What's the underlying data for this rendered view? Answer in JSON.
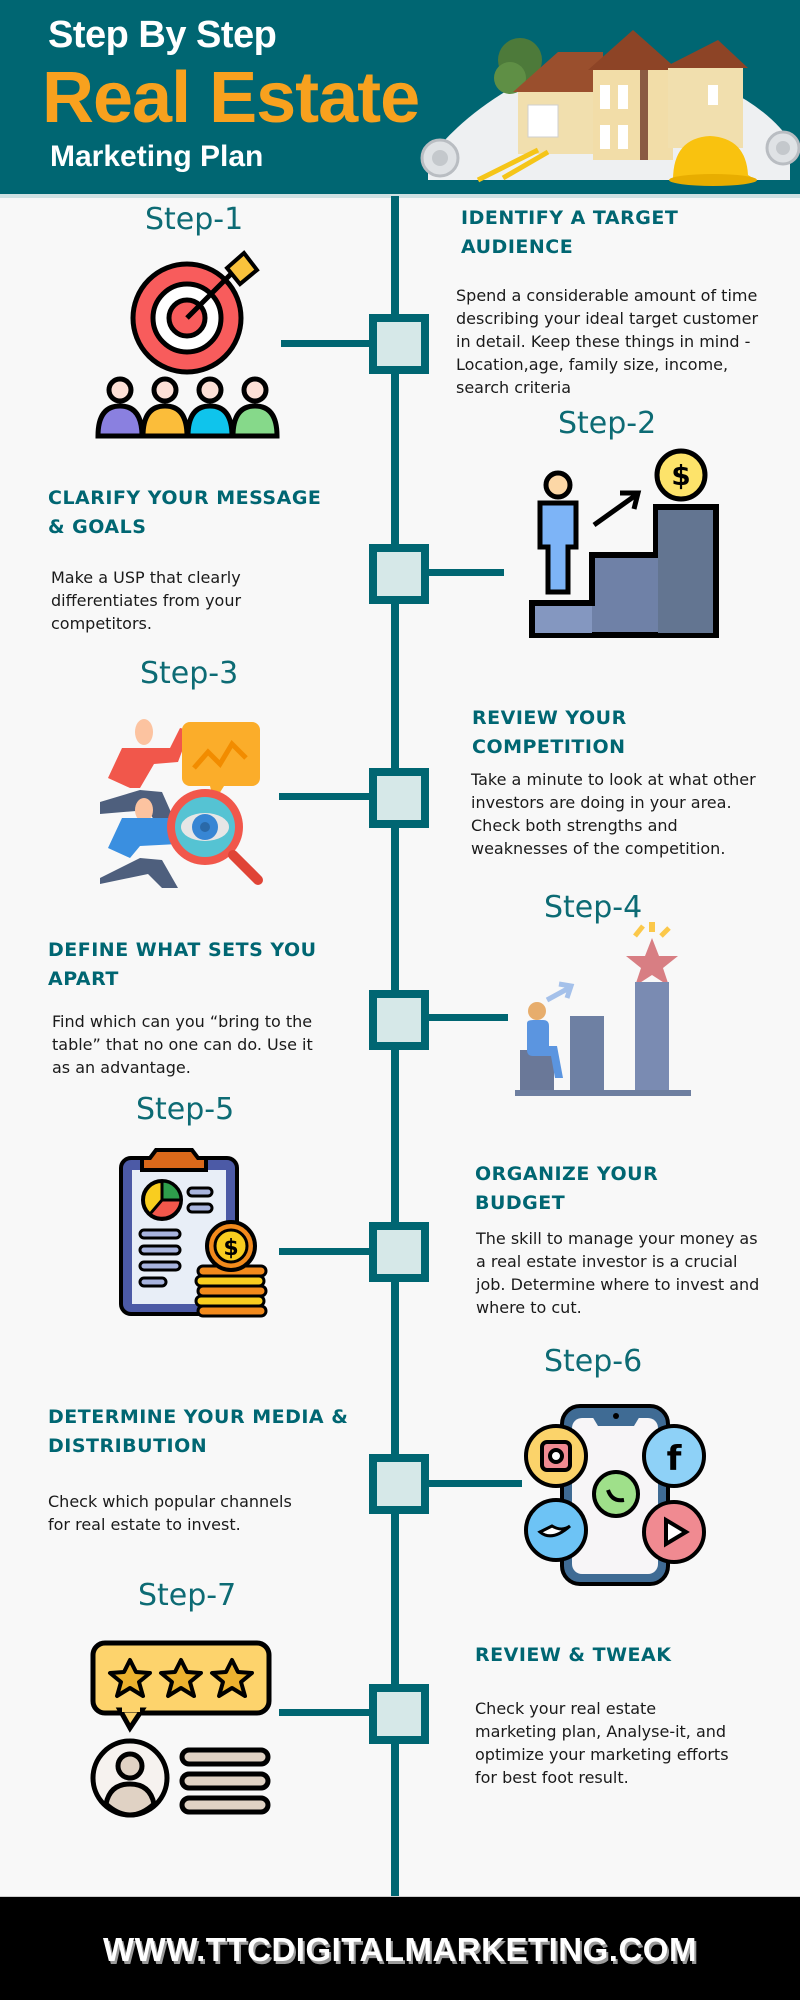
{
  "header": {
    "line1": "Step By Step",
    "line2": "Real Estate",
    "line3": "Marketing Plan",
    "illustration": "house-blueprint-illustration",
    "colors": {
      "background": "#006672",
      "accent": "#f8a11e",
      "text": "#ffffff"
    }
  },
  "timeline": {
    "colors": {
      "line": "#006672",
      "node_fill": "#d6e8e8"
    }
  },
  "steps": [
    {
      "label": "Step-1",
      "title_line1": "IDENTIFY A TARGET",
      "title_line2": "AUDIENCE",
      "desc_lines": [
        "Spend a considerable amount of time",
        "describing your ideal target customer",
        "in detail. Keep these things in mind -",
        "Location,age, family size, income,",
        "search criteria"
      ],
      "icon": "target-audience-icon"
    },
    {
      "label": "Step-2",
      "title_line1": "CLARIFY YOUR MESSAGE",
      "title_line2": "& GOALS",
      "desc_lines": [
        "Make a USP that clearly",
        "differentiates from your",
        "competitors."
      ],
      "icon": "growth-stairs-icon"
    },
    {
      "label": "Step-3",
      "title_line1": "REVIEW YOUR",
      "title_line2": "COMPETITION",
      "desc_lines": [
        "Take a minute to look at what other",
        "investors are doing in your area.",
        "Check both strengths and",
        "weaknesses of the competition."
      ],
      "icon": "competition-analysis-icon"
    },
    {
      "label": "Step-4",
      "title_line1": "DEFINE WHAT SETS YOU",
      "title_line2": "APART",
      "desc_lines": [
        "Find which can you “bring to the",
        "table” that no one can do. Use it",
        "as an advantage."
      ],
      "icon": "standout-bar-star-icon"
    },
    {
      "label": "Step-5",
      "title_line1": "ORGANIZE YOUR",
      "title_line2": "BUDGET",
      "desc_lines": [
        "The skill to manage your money as",
        "a real estate investor is a crucial",
        "job. Determine where to invest and",
        "where to cut."
      ],
      "icon": "budget-clipboard-coins-icon"
    },
    {
      "label": "Step-6",
      "title_line1": "DETERMINE YOUR MEDIA &",
      "title_line2": "DISTRIBUTION",
      "desc_lines": [
        "Check which popular channels",
        "for real estate to invest."
      ],
      "icon": "social-media-phone-icon"
    },
    {
      "label": "Step-7",
      "title_line1": "REVIEW & TWEAK",
      "title_line2": "",
      "desc_lines": [
        "Check your real estate",
        "marketing plan, Analyse-it, and",
        "optimize your marketing efforts",
        "for best foot result."
      ],
      "icon": "review-rating-icon"
    }
  ],
  "footer": {
    "url": "WWW.TTCDIGITALMARKETING.COM",
    "colors": {
      "background": "#000000",
      "text": "#ffffff"
    }
  }
}
